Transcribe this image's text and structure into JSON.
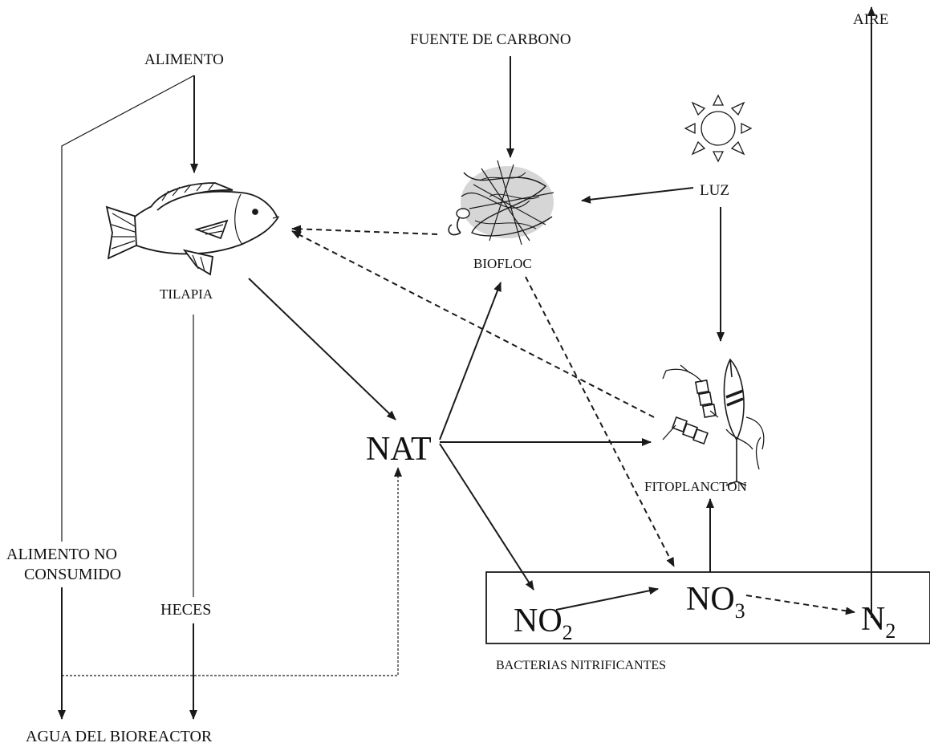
{
  "labels": {
    "alimento": "ALIMENTO",
    "fuente_carbono": "FUENTE DE CARBONO",
    "aire": "AIRE",
    "luz": "LUZ",
    "biofloc": "BIOFLOC",
    "tilapia": "TILAPIA",
    "nat": "NAT",
    "fitoplancton": "FITOPLANCTON",
    "alimento_no_consumido_1": "ALIMENTO NO",
    "alimento_no_consumido_2": "CONSUMIDO",
    "heces": "HECES",
    "agua_bioreactor": "AGUA DEL BIOREACTOR",
    "bacterias": "BACTERIAS NITRIFICANTES",
    "no2_main": "NO",
    "no2_sub": "2",
    "no3_main": "NO",
    "no3_sub": "3",
    "n2_main": "N",
    "n2_sub": "2"
  },
  "icons": {
    "sun": "sun-icon",
    "fish": "tilapia-fish-icon",
    "floc": "biofloc-cluster-icon",
    "plankton": "phytoplankton-icon"
  }
}
